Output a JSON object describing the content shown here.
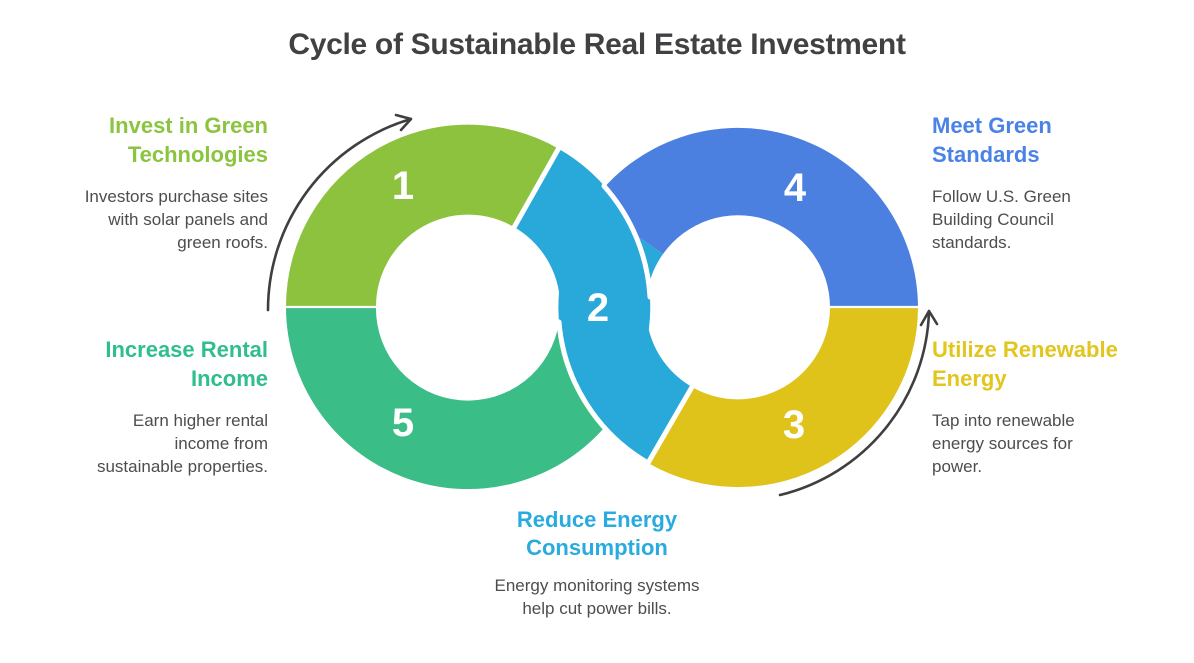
{
  "title": "Cycle of Sustainable Real Estate Investment",
  "palette": {
    "ring_green": "#8cc23e",
    "ring_teal": "#3abd87",
    "ring_cyan": "#29a9d9",
    "ring_blue": "#4c80e0",
    "ring_yellow": "#dfc31a",
    "heading_green": "#8bc53f",
    "heading_teal": "#2fbe8c",
    "heading_blue": "#4a82e6",
    "heading_yellow": "#e2c51d",
    "heading_cyan": "#29abe0",
    "title_text": "#414042",
    "body_text": "#4d4d4d",
    "arrow": "#3f3f3f",
    "number_text": "#ffffff"
  },
  "steps": [
    {
      "number": "1",
      "heading": "Invest in Green Technologies",
      "description": "Investors purchase sites with solar panels and green roofs."
    },
    {
      "number": "2",
      "heading": "Reduce Energy Consumption",
      "description": "Energy monitoring systems help cut power bills."
    },
    {
      "number": "3",
      "heading": "Utilize Renewable Energy",
      "description": "Tap into renewable energy sources for power."
    },
    {
      "number": "4",
      "heading": "Meet Green Standards",
      "description": "Follow U.S. Green Building Council standards."
    },
    {
      "number": "5",
      "heading": "Increase Rental Income",
      "description": "Earn higher rental income from sustainable properties."
    }
  ]
}
